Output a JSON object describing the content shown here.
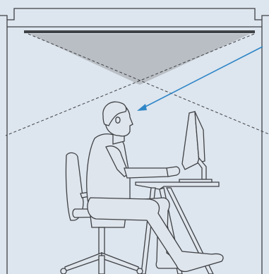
{
  "colors": {
    "background": "#dde5ee",
    "line": "#3f4246",
    "light_cone": "#b9bec4",
    "sight_arrow": "#2f86c7",
    "figure": "#dfe5ec"
  },
  "icons": {
    "light_fixture": "ceiling-light-fixture",
    "person": "seated-person",
    "monitor": "desktop-monitor",
    "desk": "standing-desk",
    "chair": "office-chair",
    "sight_line": "line-of-sight-arrow"
  }
}
